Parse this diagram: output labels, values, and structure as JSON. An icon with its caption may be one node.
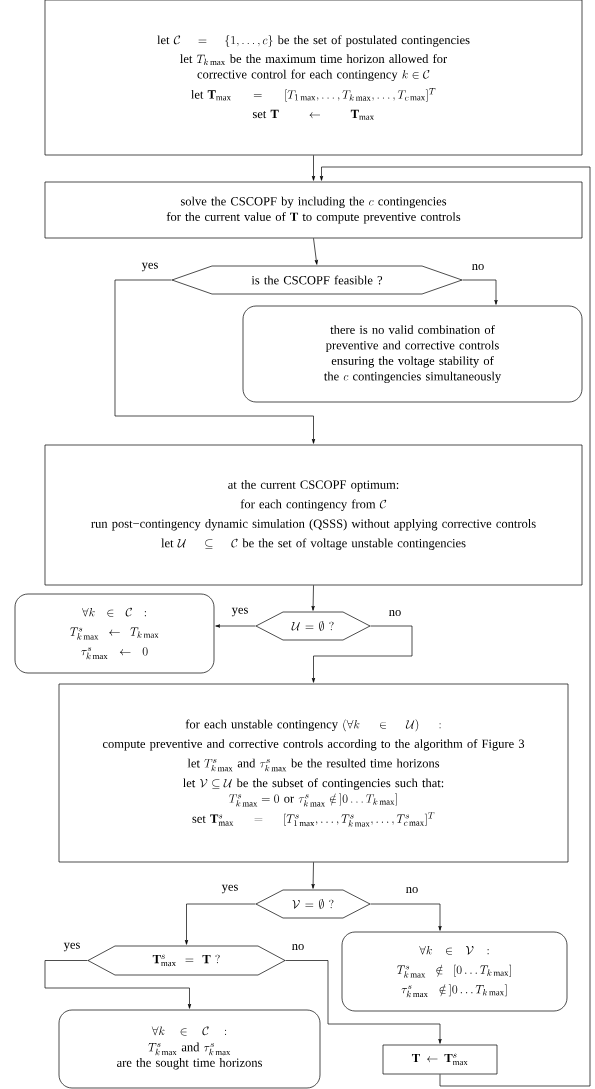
{
  "diagram": {
    "nodes": [
      {
        "text": [
          "\\text{let } \\mathcal{C}=\\{1,\\ldots,c\\} \\text{ be the set of postulated contingencies}",
          "\\begin{array}{c}\\text{let } T_{k\\max} \\text{ be the maximum time horizon allowed for}\\\\ \\text{corrective control for each contingency } k\\in\\mathcal{C}\\end{array}",
          "\\text{let } \\mathbf{T}_{\\max}=[T_{1\\max},\\ldots,T_{k\\max},\\ldots,T_{c\\max}]^T",
          "\\text{set } \\mathbf{T}\\leftarrow\\mathbf{T}_{\\max}"
        ]
      },
      {
        "text": [
          "\\begin{array}{c}\\text{solve the CSCOPF by including the } c \\text{ contingencies}\\\\ \\text{for the current value of } \\mathbf{T} \\text{ to compute preventive controls}\\end{array}"
        ]
      },
      {
        "text": [
          "is the CSCOPF feasible ?"
        ]
      },
      {
        "text": [
          "\\begin{array}{c}\\text{there is no valid combination of}\\\\ \\text{preventive and corrective controls}\\\\ \\text{ensuring the voltage stability of}\\\\ \\text{the } c \\text{ contingencies simultaneously}\\end{array}"
        ]
      },
      {
        "text": [
          "at the current CSCOPF optimum:",
          "\\text{for each contingency from } \\mathcal{C}",
          "run post−contingency dynamic simulation (QSSS) without applying corrective controls",
          "\\text{let } \\mathcal{U}\\subseteq\\mathcal{C} \\text{ be the set of voltage unstable contingencies}"
        ]
      },
      {
        "text": [
          "\\mathcal{U}=\\emptyset\\ ?"
        ]
      },
      {
        "text": [
          "\\forall k\\in\\mathcal{C}:",
          "T^s_{k\\max}\\leftarrow T_{k\\max}",
          "\\tau^s_{k\\max}\\leftarrow 0"
        ]
      },
      {
        "text": [
          "\\text{for each unstable contingency } (\\forall k\\in\\mathcal{U}):",
          "compute preventive and corrective controls according to the algorithm of Figure 3",
          "\\text{let } T^s_{k\\max} \\text{ and } \\tau^s_{k\\max} \\text{ be the resulted time horizons}",
          "\\begin{array}{c}\\text{let } \\mathcal{V}\\subseteq\\mathcal{U} \\text{ be the subset of contingencies such that:}\\\\ T^s_{k\\max}=0 \\text{ or } \\tau^s_{k\\max}\\notin\\,]0\\ldots T_{k\\max}]\\end{array}",
          "\\text{set } \\mathbf{T}^s_{\\max}=[T^s_{1\\max},\\ldots,T^s_{k\\max},\\ldots,T^s_{c\\max}]^T"
        ]
      },
      {
        "text": [
          "\\mathcal{V}=\\emptyset\\ ?"
        ]
      },
      {
        "text": [
          "\\mathbf{T}^s_{\\max}=\\mathbf{T}\\ ?"
        ]
      },
      {
        "text": [
          "\\forall k\\in\\mathcal{V}:",
          "T^s_{k\\max}\\notin[0\\ldots T_{k\\max}]",
          "\\tau^s_{k\\max}\\notin\\,]0\\ldots T_{k\\max}]"
        ]
      },
      {
        "text": [
          "\\forall k\\in\\mathcal{C}:",
          "\\begin{array}{c}T^s_{k\\max} \\text{ and } \\tau^s_{k\\max}\\\\ \\text{are the sought time horizons}\\end{array}"
        ]
      },
      {
        "text": [
          "\\mathbf{T}\\leftarrow\\mathbf{T}^s_{\\max}"
        ]
      }
    ],
    "edges": [
      {
        "from": 0,
        "to": 1,
        "arrow": "to"
      },
      {
        "from": 1,
        "to": 2,
        "arrow": "to"
      },
      {
        "from": 2,
        "to": 4,
        "arrow": "to",
        "label": "yes"
      },
      {
        "from": 2,
        "to": 3,
        "arrow": "to",
        "label": "no"
      },
      {
        "from": 4,
        "to": 5,
        "arrow": "to"
      },
      {
        "from": 5,
        "to": 6,
        "arrow": "to",
        "label": "yes"
      },
      {
        "from": 5,
        "to": 7,
        "arrow": "to",
        "label": "no"
      },
      {
        "from": 7,
        "to": 8,
        "arrow": "to"
      },
      {
        "from": 8,
        "to": 9,
        "arrow": "to",
        "label": "yes"
      },
      {
        "from": 8,
        "to": 10,
        "arrow": "to",
        "label": "no"
      },
      {
        "from": 9,
        "to": 11,
        "arrow": "to",
        "label": "yes"
      },
      {
        "from": 9,
        "to": 12,
        "arrow": "to",
        "label": "no"
      },
      {
        "from": 12,
        "to": 1,
        "arrow": "to"
      }
    ]
  }
}
